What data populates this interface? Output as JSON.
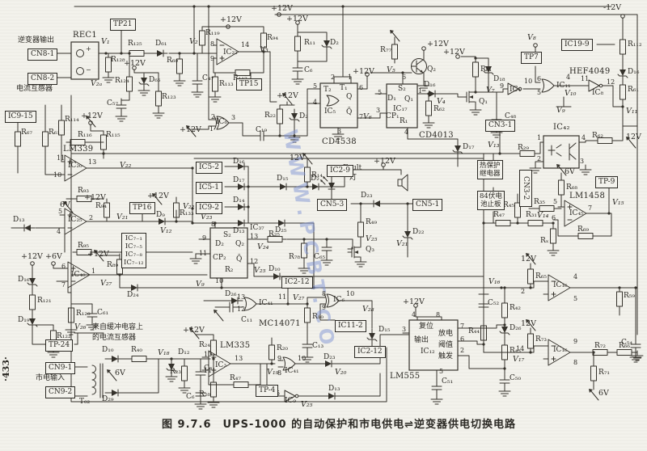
{
  "figure": {
    "caption": "图 9.7.6　UPS-1000 的自动保护和市电供电⇌逆变器供电切换电路",
    "page_marker": "·433·",
    "watermark": "WWW.PCBT.CO",
    "ink_color": "#34312b",
    "paper_color": "#f3f2ec",
    "watermark_color": "#8094d4"
  },
  "boxes": [
    [
      "CN8-1",
      34,
      60
    ],
    [
      "CN8-2",
      34,
      90
    ],
    [
      "TP21",
      136,
      23
    ],
    [
      "IC9-15",
      6,
      137
    ],
    [
      "TP15",
      292,
      97
    ],
    [
      "TP16",
      160,
      250
    ],
    [
      "TP7",
      644,
      64
    ],
    [
      "IC19-9",
      694,
      48
    ],
    [
      "CN3-1",
      600,
      148
    ],
    [
      "IC5-2",
      242,
      200
    ],
    [
      "IC5-1",
      242,
      225
    ],
    [
      "IC9-2",
      242,
      250
    ],
    [
      "IC2-9",
      404,
      204
    ],
    [
      "CN5-3",
      392,
      246
    ],
    [
      "CN5-1",
      510,
      246
    ],
    [
      "IC2-12",
      348,
      342
    ],
    [
      "IC11-2",
      414,
      396
    ],
    [
      "IC2-12",
      438,
      428
    ],
    [
      "TP-9",
      736,
      218
    ],
    [
      "TP-4",
      316,
      476
    ],
    [
      "TP-24",
      56,
      420
    ],
    [
      "CN9-1",
      56,
      448
    ],
    [
      "CN9-2",
      56,
      478
    ],
    [
      "IC₇₋₁\nIC₇₋₅\nIC₇₋₈\nIC₇₋₁₂",
      150,
      288,
      "ml"
    ],
    [
      "热保护\n继电器",
      590,
      198,
      "ml"
    ],
    [
      "84伏电\n池止板",
      590,
      236,
      "ml"
    ],
    [
      "CN3-2",
      642,
      210,
      "rot"
    ]
  ],
  "labels": [
    [
      "逆变器输出",
      22,
      46,
      "cn"
    ],
    [
      "电流互感器",
      20,
      106,
      "cn"
    ],
    [
      "REC1",
      90,
      39,
      "c"
    ],
    [
      "V₁",
      125,
      47,
      "v"
    ],
    [
      "V₂ₐ",
      112,
      99,
      "v"
    ],
    [
      "R₁₂₈",
      137,
      70,
      "l"
    ],
    [
      "R₁₂₅",
      158,
      50,
      "l"
    ],
    [
      "D₆₁",
      192,
      50,
      "l"
    ],
    [
      "+12V",
      153,
      74,
      "p"
    ],
    [
      "R₁₂₄",
      142,
      96,
      "l"
    ],
    [
      "D₆₅",
      184,
      95,
      "l"
    ],
    [
      "R₁₂₃",
      200,
      116,
      "l"
    ],
    [
      "C₅₇",
      132,
      124,
      "l"
    ],
    [
      "R₆₇",
      26,
      160,
      "l"
    ],
    [
      "R₆₁",
      60,
      160,
      "l"
    ],
    [
      "R₁₁₄",
      80,
      144,
      "l"
    ],
    [
      "+12V",
      100,
      139,
      "p"
    ],
    [
      "R₁₁₆",
      96,
      163,
      "l"
    ],
    [
      "R₁₁₅",
      131,
      163,
      "l"
    ],
    [
      "LM339",
      78,
      180,
      "c"
    ],
    [
      "11",
      70,
      192,
      "n"
    ],
    [
      "10",
      66,
      213,
      "n"
    ],
    [
      "13",
      109,
      197,
      "n"
    ],
    [
      "IC₂₀",
      84,
      201,
      "l"
    ],
    [
      "V₂₂",
      148,
      200,
      "v"
    ],
    [
      "R₉₃",
      96,
      232,
      "l"
    ],
    [
      "6V",
      74,
      249,
      "p"
    ],
    [
      "+12V",
      104,
      240,
      "p"
    ],
    [
      "5",
      72,
      258,
      "n"
    ],
    [
      "4",
      70,
      283,
      "n"
    ],
    [
      "2",
      110,
      266,
      "n"
    ],
    [
      "IC₂₅",
      84,
      268,
      "l"
    ],
    [
      "R₉₄",
      118,
      251,
      "l"
    ],
    [
      "V₂₁",
      144,
      264,
      "v"
    ],
    [
      "D₉",
      193,
      262,
      "l"
    ],
    [
      "+12V",
      182,
      238,
      "p"
    ],
    [
      "R₁₃₃",
      222,
      260,
      "l"
    ],
    [
      "V₁₂",
      198,
      281,
      "v"
    ],
    [
      "R₉₅",
      96,
      300,
      "l"
    ],
    [
      "D₁₃",
      16,
      268,
      "l"
    ],
    [
      "+12V",
      26,
      313,
      "p"
    ],
    [
      "+6V",
      56,
      313,
      "p"
    ],
    [
      "D₁₆",
      22,
      342,
      "l"
    ],
    [
      "R₁₂₁",
      46,
      368,
      "l"
    ],
    [
      "D₁₉",
      22,
      392,
      "l"
    ],
    [
      "6",
      76,
      326,
      "n"
    ],
    [
      "7",
      76,
      349,
      "n"
    ],
    [
      "1",
      113,
      332,
      "n"
    ],
    [
      "IC₄₀",
      88,
      336,
      "l"
    ],
    [
      "+12V",
      108,
      310,
      "p"
    ],
    [
      "R₈₉",
      132,
      324,
      "l"
    ],
    [
      "V₂₇",
      124,
      346,
      "v"
    ],
    [
      "D₂₄",
      157,
      361,
      "l"
    ],
    [
      "R₁₂₀",
      94,
      384,
      "l"
    ],
    [
      "C₆₁",
      120,
      383,
      "l"
    ],
    [
      "R₁₂₂",
      70,
      412,
      "l"
    ],
    [
      "V₂₆",
      92,
      400,
      "v"
    ],
    [
      "来自缓冲电容上",
      114,
      401,
      "cn"
    ],
    [
      "的电流互感器",
      114,
      414,
      "cn"
    ],
    [
      "市电输入",
      44,
      464,
      "cn"
    ],
    [
      "T₀₂",
      98,
      493,
      "l"
    ],
    [
      "D₁₀",
      126,
      429,
      "l"
    ],
    [
      "6V",
      142,
      457,
      "p"
    ],
    [
      "D₂₉",
      126,
      490,
      "l"
    ],
    [
      "R₄₀",
      162,
      429,
      "l"
    ],
    [
      "V₁₈",
      195,
      432,
      "v"
    ],
    [
      "D₁₂",
      220,
      432,
      "l"
    ],
    [
      "R₂₃",
      210,
      456,
      "l"
    ],
    [
      "C₈",
      252,
      452,
      "l"
    ],
    [
      "C₆",
      230,
      487,
      "l"
    ],
    [
      "+12V",
      226,
      404,
      "p"
    ],
    [
      "R₂₄",
      246,
      423,
      "l"
    ],
    [
      "LM335",
      272,
      423,
      "c"
    ],
    [
      "10",
      252,
      435,
      "n"
    ],
    [
      "11",
      252,
      455,
      "n"
    ],
    [
      "13",
      290,
      440,
      "n"
    ],
    [
      "IC₃",
      266,
      448,
      "l"
    ],
    [
      "R₄₇",
      284,
      464,
      "l"
    ],
    [
      "R₂₈",
      246,
      484,
      "l"
    ],
    [
      "R₂₀",
      342,
      427,
      "l"
    ],
    [
      "V₁₉",
      330,
      456,
      "v"
    ],
    [
      "9",
      343,
      440,
      "n"
    ],
    [
      "8",
      343,
      458,
      "n"
    ],
    [
      "10",
      368,
      440,
      "n"
    ],
    [
      "IC₄₁",
      352,
      455,
      "l"
    ],
    [
      "D₂₃",
      400,
      438,
      "l"
    ],
    [
      "V₂₀",
      414,
      456,
      "v"
    ],
    [
      "5",
      341,
      483,
      "n"
    ],
    [
      "IC₉",
      352,
      492,
      "l"
    ],
    [
      "V₂₅",
      372,
      496,
      "v"
    ],
    [
      "D₁₃",
      406,
      477,
      "l"
    ],
    [
      "D₁₆",
      288,
      196,
      "l"
    ],
    [
      "D₁₇",
      288,
      219,
      "l"
    ],
    [
      "D₁₄",
      288,
      244,
      "l"
    ],
    [
      "D₁₃",
      288,
      282,
      "l"
    ],
    [
      "V₂₂",
      226,
      251,
      "v"
    ],
    [
      "V₂₃",
      248,
      264,
      "v"
    ],
    [
      "D₁₅",
      342,
      217,
      "l"
    ],
    [
      "D₂",
      384,
      217,
      "l"
    ],
    [
      "12V",
      358,
      191,
      "p"
    ],
    [
      "R₁₄",
      385,
      213,
      "l"
    ],
    [
      "D₂₅",
      340,
      281,
      "l"
    ],
    [
      "8",
      261,
      274,
      "n"
    ],
    [
      "S₂",
      276,
      287,
      "l"
    ],
    [
      "9",
      250,
      291,
      "n"
    ],
    [
      "D₂",
      266,
      298,
      "l"
    ],
    [
      "Q₂",
      291,
      298,
      "l"
    ],
    [
      "13",
      309,
      289,
      "n"
    ],
    [
      "IC₃₇",
      309,
      278,
      "l"
    ],
    [
      "11",
      246,
      310,
      "n"
    ],
    [
      "CP₂",
      263,
      315,
      "l"
    ],
    [
      "Q̄",
      292,
      317,
      "l"
    ],
    [
      "12",
      309,
      320,
      "n"
    ],
    [
      "R₂",
      278,
      330,
      "l"
    ],
    [
      "10",
      266,
      344,
      "n"
    ],
    [
      "V₂₄",
      318,
      301,
      "v"
    ],
    [
      "R₂₅",
      332,
      286,
      "l"
    ],
    [
      "R₇₈",
      357,
      314,
      "l"
    ],
    [
      "C₆₅",
      388,
      314,
      "l"
    ],
    [
      "V₂₅",
      314,
      330,
      "v"
    ],
    [
      "D₁₀",
      332,
      329,
      "l"
    ],
    [
      "V₉",
      242,
      347,
      "v"
    ],
    [
      "Fault",
      424,
      204,
      "l"
    ],
    [
      "灯",
      432,
      216,
      "cn"
    ],
    [
      "+12V",
      462,
      195,
      "p"
    ],
    [
      "D₂₃",
      446,
      238,
      "l"
    ],
    [
      "R₄₉",
      452,
      271,
      "l"
    ],
    [
      "V₂₅",
      452,
      291,
      "v"
    ],
    [
      "Q₃",
      452,
      305,
      "l"
    ],
    [
      "D₂₂",
      510,
      283,
      "l"
    ],
    [
      "V₂₁",
      490,
      297,
      "v"
    ],
    [
      "+12V",
      342,
      114,
      "p"
    ],
    [
      "R₂₂",
      327,
      139,
      "l"
    ],
    [
      "D₂",
      370,
      140,
      "l"
    ],
    [
      "2",
      261,
      141,
      "n"
    ],
    [
      "1",
      259,
      156,
      "n"
    ],
    [
      "IC₆",
      267,
      147,
      "l"
    ],
    [
      "3",
      286,
      142,
      "n"
    ],
    [
      "C₁₉",
      316,
      157,
      "l"
    ],
    [
      "+12V",
      222,
      156,
      "p"
    ],
    [
      "T₂",
      400,
      107,
      "l"
    ],
    [
      "T₁",
      420,
      105,
      "l"
    ],
    [
      "5",
      387,
      103,
      "n"
    ],
    [
      "2",
      409,
      92,
      "n"
    ],
    [
      "1",
      430,
      92,
      "n"
    ],
    [
      "6",
      444,
      105,
      "n"
    ],
    [
      "Q",
      428,
      116,
      "l"
    ],
    [
      "IC₅",
      401,
      134,
      "l"
    ],
    [
      "Q̄",
      428,
      135,
      "l"
    ],
    [
      "4",
      387,
      123,
      "n"
    ],
    [
      "3",
      417,
      159,
      "n"
    ],
    [
      "7",
      444,
      141,
      "n"
    ],
    [
      "CD4538",
      398,
      171,
      "c"
    ],
    [
      "+12V",
      436,
      84,
      "p"
    ],
    [
      "V₅",
      478,
      82,
      "v"
    ],
    [
      "6",
      497,
      92,
      "n"
    ],
    [
      "S₂",
      492,
      106,
      "l"
    ],
    [
      "5",
      467,
      111,
      "n"
    ],
    [
      "D₁",
      479,
      118,
      "l"
    ],
    [
      "Q₁",
      500,
      119,
      "l"
    ],
    [
      "1",
      517,
      109,
      "n"
    ],
    [
      "IC₁₇",
      486,
      131,
      "l"
    ],
    [
      "3",
      465,
      133,
      "n"
    ],
    [
      "CP₁",
      477,
      140,
      "l"
    ],
    [
      "R₁",
      494,
      146,
      "l"
    ],
    [
      "4",
      500,
      160,
      "n"
    ],
    [
      "CD4013",
      518,
      163,
      "c"
    ],
    [
      "V₆",
      449,
      140,
      "v"
    ],
    [
      "V₄",
      540,
      121,
      "v"
    ],
    [
      "D₁₆",
      524,
      101,
      "l"
    ],
    [
      "R₆₂",
      536,
      131,
      "l"
    ],
    [
      "D₁₇",
      572,
      178,
      "l"
    ],
    [
      "+12V",
      528,
      50,
      "p"
    ],
    [
      "R₇₇",
      470,
      58,
      "l"
    ],
    [
      "Q₂",
      528,
      82,
      "l"
    ],
    [
      "+12V",
      548,
      60,
      "p"
    ],
    [
      "R₈₁",
      594,
      82,
      "l"
    ],
    [
      "D₁₈",
      610,
      94,
      "l"
    ],
    [
      "Q₁",
      592,
      122,
      "l"
    ],
    [
      "V₇",
      601,
      107,
      "v"
    ],
    [
      "9",
      618,
      103,
      "n"
    ],
    [
      "C₄₈",
      624,
      140,
      "l"
    ],
    [
      "IC₄",
      630,
      107,
      "l"
    ],
    [
      "10",
      648,
      97,
      "n"
    ],
    [
      "V₈",
      652,
      42,
      "v"
    ],
    [
      "6",
      664,
      94,
      "n"
    ],
    [
      "5",
      664,
      111,
      "n"
    ],
    [
      "IC₁₁",
      688,
      102,
      "l"
    ],
    [
      "4",
      700,
      92,
      "n"
    ],
    [
      "V₁₀",
      698,
      111,
      "v"
    ],
    [
      "V₉",
      688,
      132,
      "v"
    ],
    [
      "11",
      718,
      94,
      "n"
    ],
    [
      "HEF4049",
      704,
      84,
      "c"
    ],
    [
      "IC₈",
      732,
      111,
      "l"
    ],
    [
      "12",
      750,
      98,
      "n"
    ],
    [
      "V₁₁",
      774,
      133,
      "v"
    ],
    [
      "-12V",
      746,
      5,
      "p"
    ],
    [
      "R₁₁₂",
      776,
      51,
      "l"
    ],
    [
      "D₁₆",
      776,
      85,
      "l"
    ],
    [
      "R₆₁",
      776,
      107,
      "l"
    ],
    [
      "R₆₂",
      732,
      164,
      "l"
    ],
    [
      "12V",
      774,
      165,
      "p"
    ],
    [
      "V₁₃",
      603,
      175,
      "v"
    ],
    [
      "R₂₉",
      640,
      179,
      "l"
    ],
    [
      "IC₄₂",
      684,
      153,
      "c"
    ],
    [
      "1",
      664,
      167,
      "n"
    ],
    [
      "2",
      664,
      193,
      "n"
    ],
    [
      "4",
      719,
      167,
      "n"
    ],
    [
      "3",
      717,
      196,
      "n"
    ],
    [
      "R₄₅",
      622,
      250,
      "l"
    ],
    [
      "R₃₅",
      660,
      246,
      "l"
    ],
    [
      "6V",
      698,
      208,
      "p"
    ],
    [
      "R₆₈",
      700,
      228,
      "l"
    ],
    [
      "5",
      684,
      246,
      "n"
    ],
    [
      "LM1458",
      704,
      238,
      "c"
    ],
    [
      "IC₄₅",
      704,
      260,
      "l"
    ],
    [
      "6",
      682,
      266,
      "n"
    ],
    [
      "7",
      727,
      254,
      "n"
    ],
    [
      "V₁₄",
      664,
      262,
      "v"
    ],
    [
      "R₄₇",
      610,
      262,
      "l"
    ],
    [
      "R₃₁",
      650,
      262,
      "l"
    ],
    [
      "Rₓ",
      668,
      294,
      "l"
    ],
    [
      "R₆₉",
      714,
      280,
      "l"
    ],
    [
      "V₁₅",
      757,
      246,
      "v"
    ],
    [
      "V₁₆",
      604,
      344,
      "v"
    ],
    [
      "12V",
      644,
      316,
      "p"
    ],
    [
      "R₆₅",
      662,
      338,
      "l"
    ],
    [
      "2",
      644,
      357,
      "n"
    ],
    [
      "IC₁₆",
      684,
      349,
      "l"
    ],
    [
      "4",
      709,
      339,
      "n"
    ],
    [
      "5",
      709,
      366,
      "n"
    ],
    [
      "12V",
      644,
      396,
      "p"
    ],
    [
      "R₇₃",
      662,
      416,
      "l"
    ],
    [
      "14",
      638,
      428,
      "n"
    ],
    [
      "V₁₇",
      634,
      440,
      "v"
    ],
    [
      "IC₁₆",
      684,
      429,
      "l"
    ],
    [
      "9",
      709,
      419,
      "n"
    ],
    [
      "8",
      709,
      445,
      "n"
    ],
    [
      "R₇₂",
      735,
      424,
      "l"
    ],
    [
      "R₆₆",
      765,
      424,
      "l"
    ],
    [
      "R₇₁",
      740,
      457,
      "l"
    ],
    [
      "6V",
      740,
      482,
      "p"
    ],
    [
      "C₅₄",
      768,
      420,
      "l"
    ],
    [
      "R₅₉",
      771,
      362,
      "l"
    ],
    [
      "R₄₂",
      630,
      377,
      "l"
    ],
    [
      "D₂₆",
      630,
      402,
      "l"
    ],
    [
      "R₄₄",
      579,
      406,
      "l"
    ],
    [
      "R₄₃",
      630,
      430,
      "l"
    ],
    [
      "C₅₀",
      630,
      464,
      "l"
    ],
    [
      "C₅₂",
      603,
      371,
      "l"
    ],
    [
      "+12V",
      498,
      369,
      "p"
    ],
    [
      "4",
      509,
      386,
      "n"
    ],
    [
      "8",
      539,
      386,
      "n"
    ],
    [
      "复位",
      518,
      400,
      "cn"
    ],
    [
      "3",
      497,
      404,
      "n"
    ],
    [
      "输出",
      512,
      417,
      "cn"
    ],
    [
      "IC₁₂",
      520,
      431,
      "l"
    ],
    [
      "放电",
      542,
      409,
      "cn"
    ],
    [
      "7",
      569,
      400,
      "n"
    ],
    [
      "阈值",
      542,
      423,
      "cn"
    ],
    [
      "6",
      569,
      416,
      "n"
    ],
    [
      "触发",
      542,
      437,
      "cn"
    ],
    [
      "2",
      569,
      430,
      "n"
    ],
    [
      "5",
      543,
      456,
      "n"
    ],
    [
      "LM555",
      482,
      461,
      "c"
    ],
    [
      "C₅₁",
      546,
      468,
      "l"
    ],
    [
      "D₂₆",
      278,
      360,
      "l"
    ],
    [
      "13",
      293,
      364,
      "n"
    ],
    [
      "12",
      293,
      379,
      "n"
    ],
    [
      "IC₄₁",
      320,
      371,
      "l"
    ],
    [
      "11",
      344,
      364,
      "n"
    ],
    [
      "V₂₇",
      362,
      364,
      "v"
    ],
    [
      "C₁₁",
      298,
      392,
      "l"
    ],
    [
      "MC14071",
      320,
      396,
      "c"
    ],
    [
      "R₁₀",
      386,
      388,
      "l"
    ],
    [
      "C₁₃",
      386,
      424,
      "l"
    ],
    [
      "8",
      398,
      360,
      "n"
    ],
    [
      "9",
      398,
      377,
      "n"
    ],
    [
      "IC₆",
      412,
      367,
      "l"
    ],
    [
      "10",
      428,
      360,
      "n"
    ],
    [
      "V₂₈",
      448,
      378,
      "v"
    ],
    [
      "D₁₅",
      468,
      404,
      "l"
    ],
    [
      "V₂",
      234,
      47,
      "v"
    ],
    [
      "R₆₀",
      206,
      71,
      "l"
    ],
    [
      "C₄₇",
      250,
      93,
      "l"
    ],
    [
      "R₁₁₃",
      271,
      100,
      "l"
    ],
    [
      "R₁₁₉",
      254,
      37,
      "l"
    ],
    [
      "8",
      260,
      51,
      "n"
    ],
    [
      "9",
      260,
      69,
      "n"
    ],
    [
      "IC₂₂",
      276,
      61,
      "l"
    ],
    [
      "14",
      298,
      52,
      "n"
    ],
    [
      "R₉₄",
      330,
      43,
      "l"
    ],
    [
      "V₃",
      321,
      57,
      "v"
    ],
    [
      "R₁₁₇",
      288,
      93,
      "l"
    ],
    [
      "+12V",
      272,
      20,
      "p"
    ],
    [
      "+12V",
      354,
      19,
      "p"
    ],
    [
      "R₁₁",
      376,
      49,
      "l"
    ],
    [
      "D₂",
      408,
      49,
      "l"
    ],
    [
      "C₆",
      376,
      83,
      "l"
    ],
    [
      "+12V",
      335,
      6,
      "p"
    ],
    [
      "+",
      106,
      57,
      "n"
    ],
    [
      "−",
      106,
      83,
      "n"
    ]
  ]
}
